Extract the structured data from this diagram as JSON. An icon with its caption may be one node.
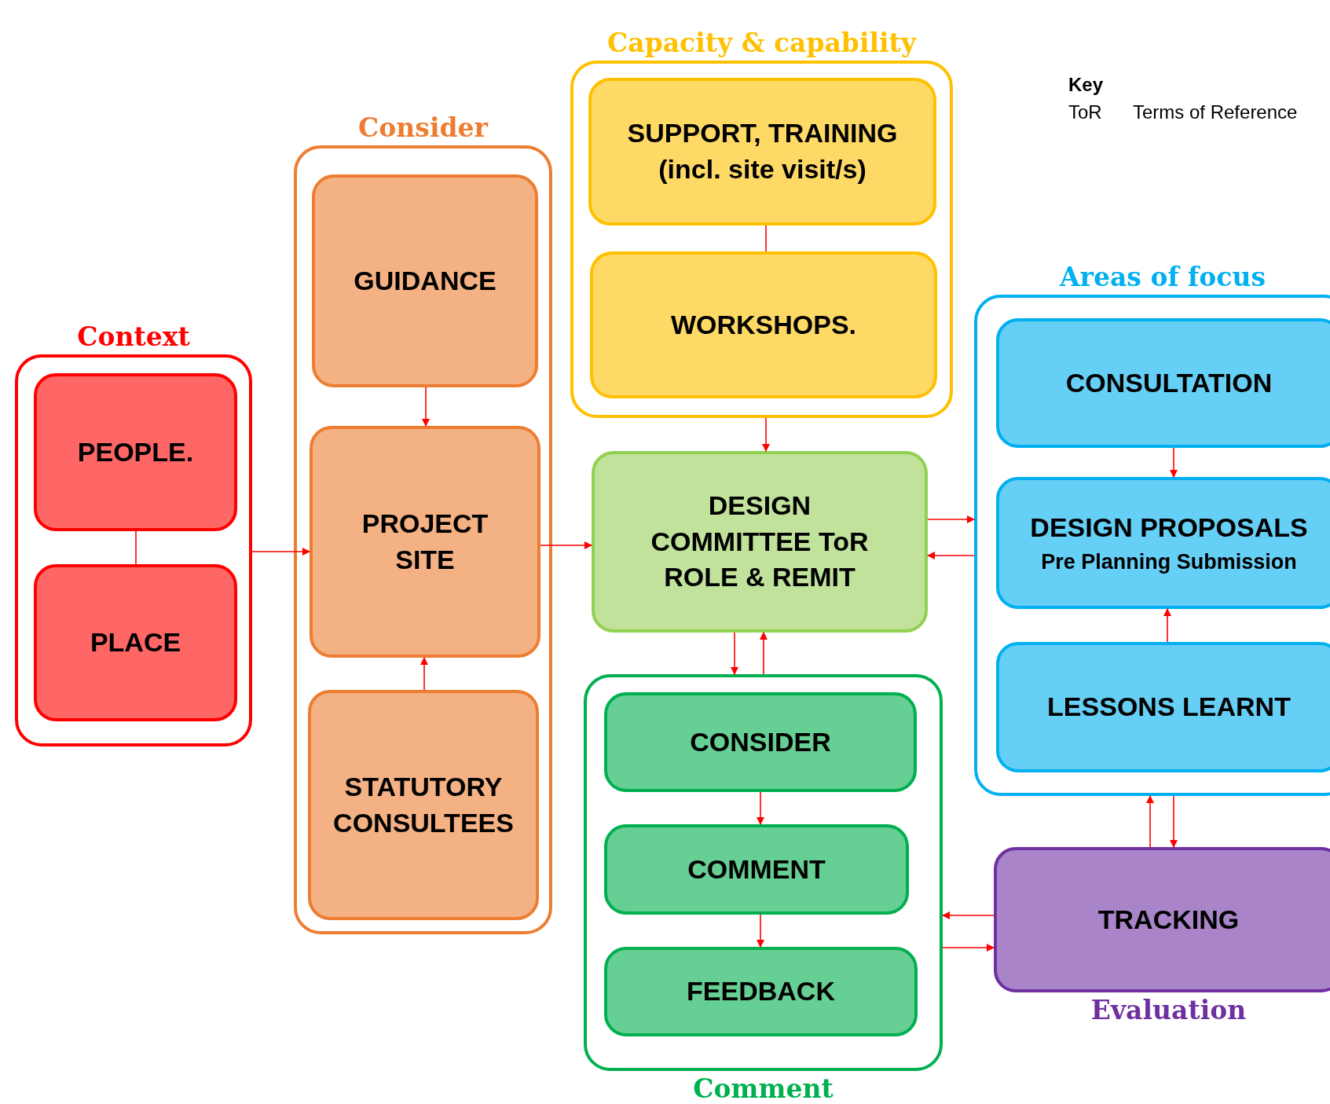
{
  "diagram": {
    "nodes": [
      {
        "text": [
          "Context"
        ]
      },
      {
        "text": [
          "PEOPLE."
        ],
        "in": 0
      },
      {
        "text": [
          "PLACE"
        ],
        "in": 0
      },
      {
        "text": [
          "Consider"
        ]
      },
      {
        "text": [
          "GUIDANCE"
        ],
        "in": 3
      },
      {
        "text": [
          "PROJECT SITE"
        ],
        "in": 3
      },
      {
        "text": [
          "STATUTORY CONSULTEES"
        ],
        "in": 3
      },
      {
        "text": [
          "Capacity & capability"
        ]
      },
      {
        "text": [
          "SUPPORT, TRAINING (incl. site visit/s)"
        ],
        "in": 7
      },
      {
        "text": [
          "WORKSHOPS."
        ],
        "in": 7
      },
      {
        "text": [
          "DESIGN COMMITTEE ToR ROLE & REMIT"
        ]
      },
      {
        "text": [
          "Comment"
        ]
      },
      {
        "text": [
          "CONSIDER"
        ],
        "in": 11
      },
      {
        "text": [
          "COMMENT"
        ],
        "in": 11
      },
      {
        "text": [
          "FEEDBACK"
        ],
        "in": 11
      },
      {
        "text": [
          "Areas of focus"
        ]
      },
      {
        "text": [
          "CONSULTATION"
        ],
        "in": 15
      },
      {
        "text": [
          "DESIGN PROPOSALS",
          "Pre Planning Submission"
        ],
        "in": 15
      },
      {
        "text": [
          "LESSONS LEARNT"
        ],
        "in": 15
      },
      {
        "text": [
          "TRACKING",
          "Evaluation"
        ]
      }
    ],
    "edges": [
      {
        "from": 1,
        "to": 2,
        "arrow": "none"
      },
      {
        "from": 0,
        "to": 5,
        "arrow": "to"
      },
      {
        "from": 4,
        "to": 5,
        "arrow": "to"
      },
      {
        "from": 6,
        "to": 5,
        "arrow": "to"
      },
      {
        "from": 5,
        "to": 10,
        "arrow": "to"
      },
      {
        "from": 8,
        "to": 9,
        "arrow": "none"
      },
      {
        "from": 7,
        "to": 10,
        "arrow": "to"
      },
      {
        "from": 10,
        "to": 15,
        "arrow": "to"
      },
      {
        "from": 15,
        "to": 10,
        "arrow": "to"
      },
      {
        "from": 10,
        "to": 11,
        "arrow": "to"
      },
      {
        "from": 11,
        "to": 10,
        "arrow": "to"
      },
      {
        "from": 12,
        "to": 13,
        "arrow": "to"
      },
      {
        "from": 13,
        "to": 14,
        "arrow": "to"
      },
      {
        "from": 16,
        "to": 17,
        "arrow": "to"
      },
      {
        "from": 18,
        "to": 17,
        "arrow": "to"
      },
      {
        "from": 19,
        "to": 15,
        "arrow": "to"
      },
      {
        "from": 15,
        "to": 19,
        "arrow": "to"
      },
      {
        "from": 19,
        "to": 11,
        "arrow": "to"
      },
      {
        "from": 11,
        "to": 19,
        "arrow": "to"
      }
    ],
    "labels": [
      "Key",
      "ToR",
      "Terms of Reference"
    ]
  }
}
